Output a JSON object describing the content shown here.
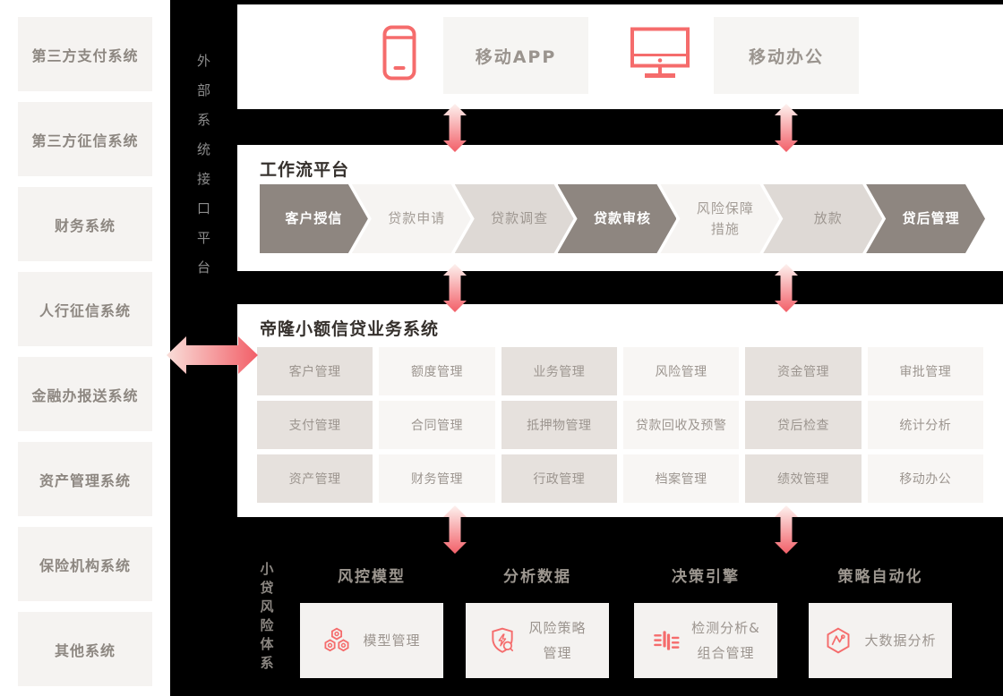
{
  "colors": {
    "accent": "#f56c6c",
    "canvas_bg": "#000000",
    "panel_bg": "#ffffff",
    "step_dark": "#8e8680",
    "step_light": "#f6f4f2",
    "step_beige": "#ded9d5",
    "tile_dark": "#e6e1dd",
    "tile_light": "#f8f6f4",
    "muted_text": "#9b948e"
  },
  "external_systems": {
    "strip_label": "外部系统接口平台",
    "items": [
      "第三方支付系统",
      "第三方征信系统",
      "财务系统",
      "人行征信系统",
      "金融办报送系统",
      "资产管理系统",
      "保险机构系统",
      "其他系统"
    ]
  },
  "channels": {
    "items": [
      {
        "icon": "mobile-phone-icon",
        "label": "移动APP"
      },
      {
        "icon": "desktop-monitor-icon",
        "label": "移动办公"
      }
    ]
  },
  "workflow": {
    "title": "工作流平台",
    "steps": [
      {
        "label": "客户授信",
        "tone": "dark"
      },
      {
        "label": "贷款申请",
        "tone": "light"
      },
      {
        "label": "贷款调查",
        "tone": "beige"
      },
      {
        "label": "贷款审核",
        "tone": "dark"
      },
      {
        "label": "风险保障\n措施",
        "tone": "light"
      },
      {
        "label": "放款",
        "tone": "beige"
      },
      {
        "label": "贷后管理",
        "tone": "dark"
      }
    ]
  },
  "business_system": {
    "title": "帝隆小额信贷业务系统",
    "modules": [
      "客户管理",
      "额度管理",
      "业务管理",
      "风险管理",
      "资金管理",
      "审批管理",
      "支付管理",
      "合同管理",
      "抵押物管理",
      "贷款回收及预警",
      "贷后检查",
      "统计分析",
      "资产管理",
      "财务管理",
      "行政管理",
      "档案管理",
      "绩效管理",
      "移动办公"
    ]
  },
  "risk_system": {
    "strip_label": "小贷风险体系",
    "groups": [
      {
        "heading": "风控模型",
        "icon": "model-cluster-icon",
        "label": "模型管理"
      },
      {
        "heading": "分析数据",
        "icon": "shield-bolt-icon",
        "label": "风险策略\n管理"
      },
      {
        "heading": "决策引擎",
        "icon": "equalizer-icon",
        "label": "检测分析&\n组合管理"
      },
      {
        "heading": "策略自动化",
        "icon": "hexagon-pulse-icon",
        "label": "大数据分析"
      }
    ]
  }
}
